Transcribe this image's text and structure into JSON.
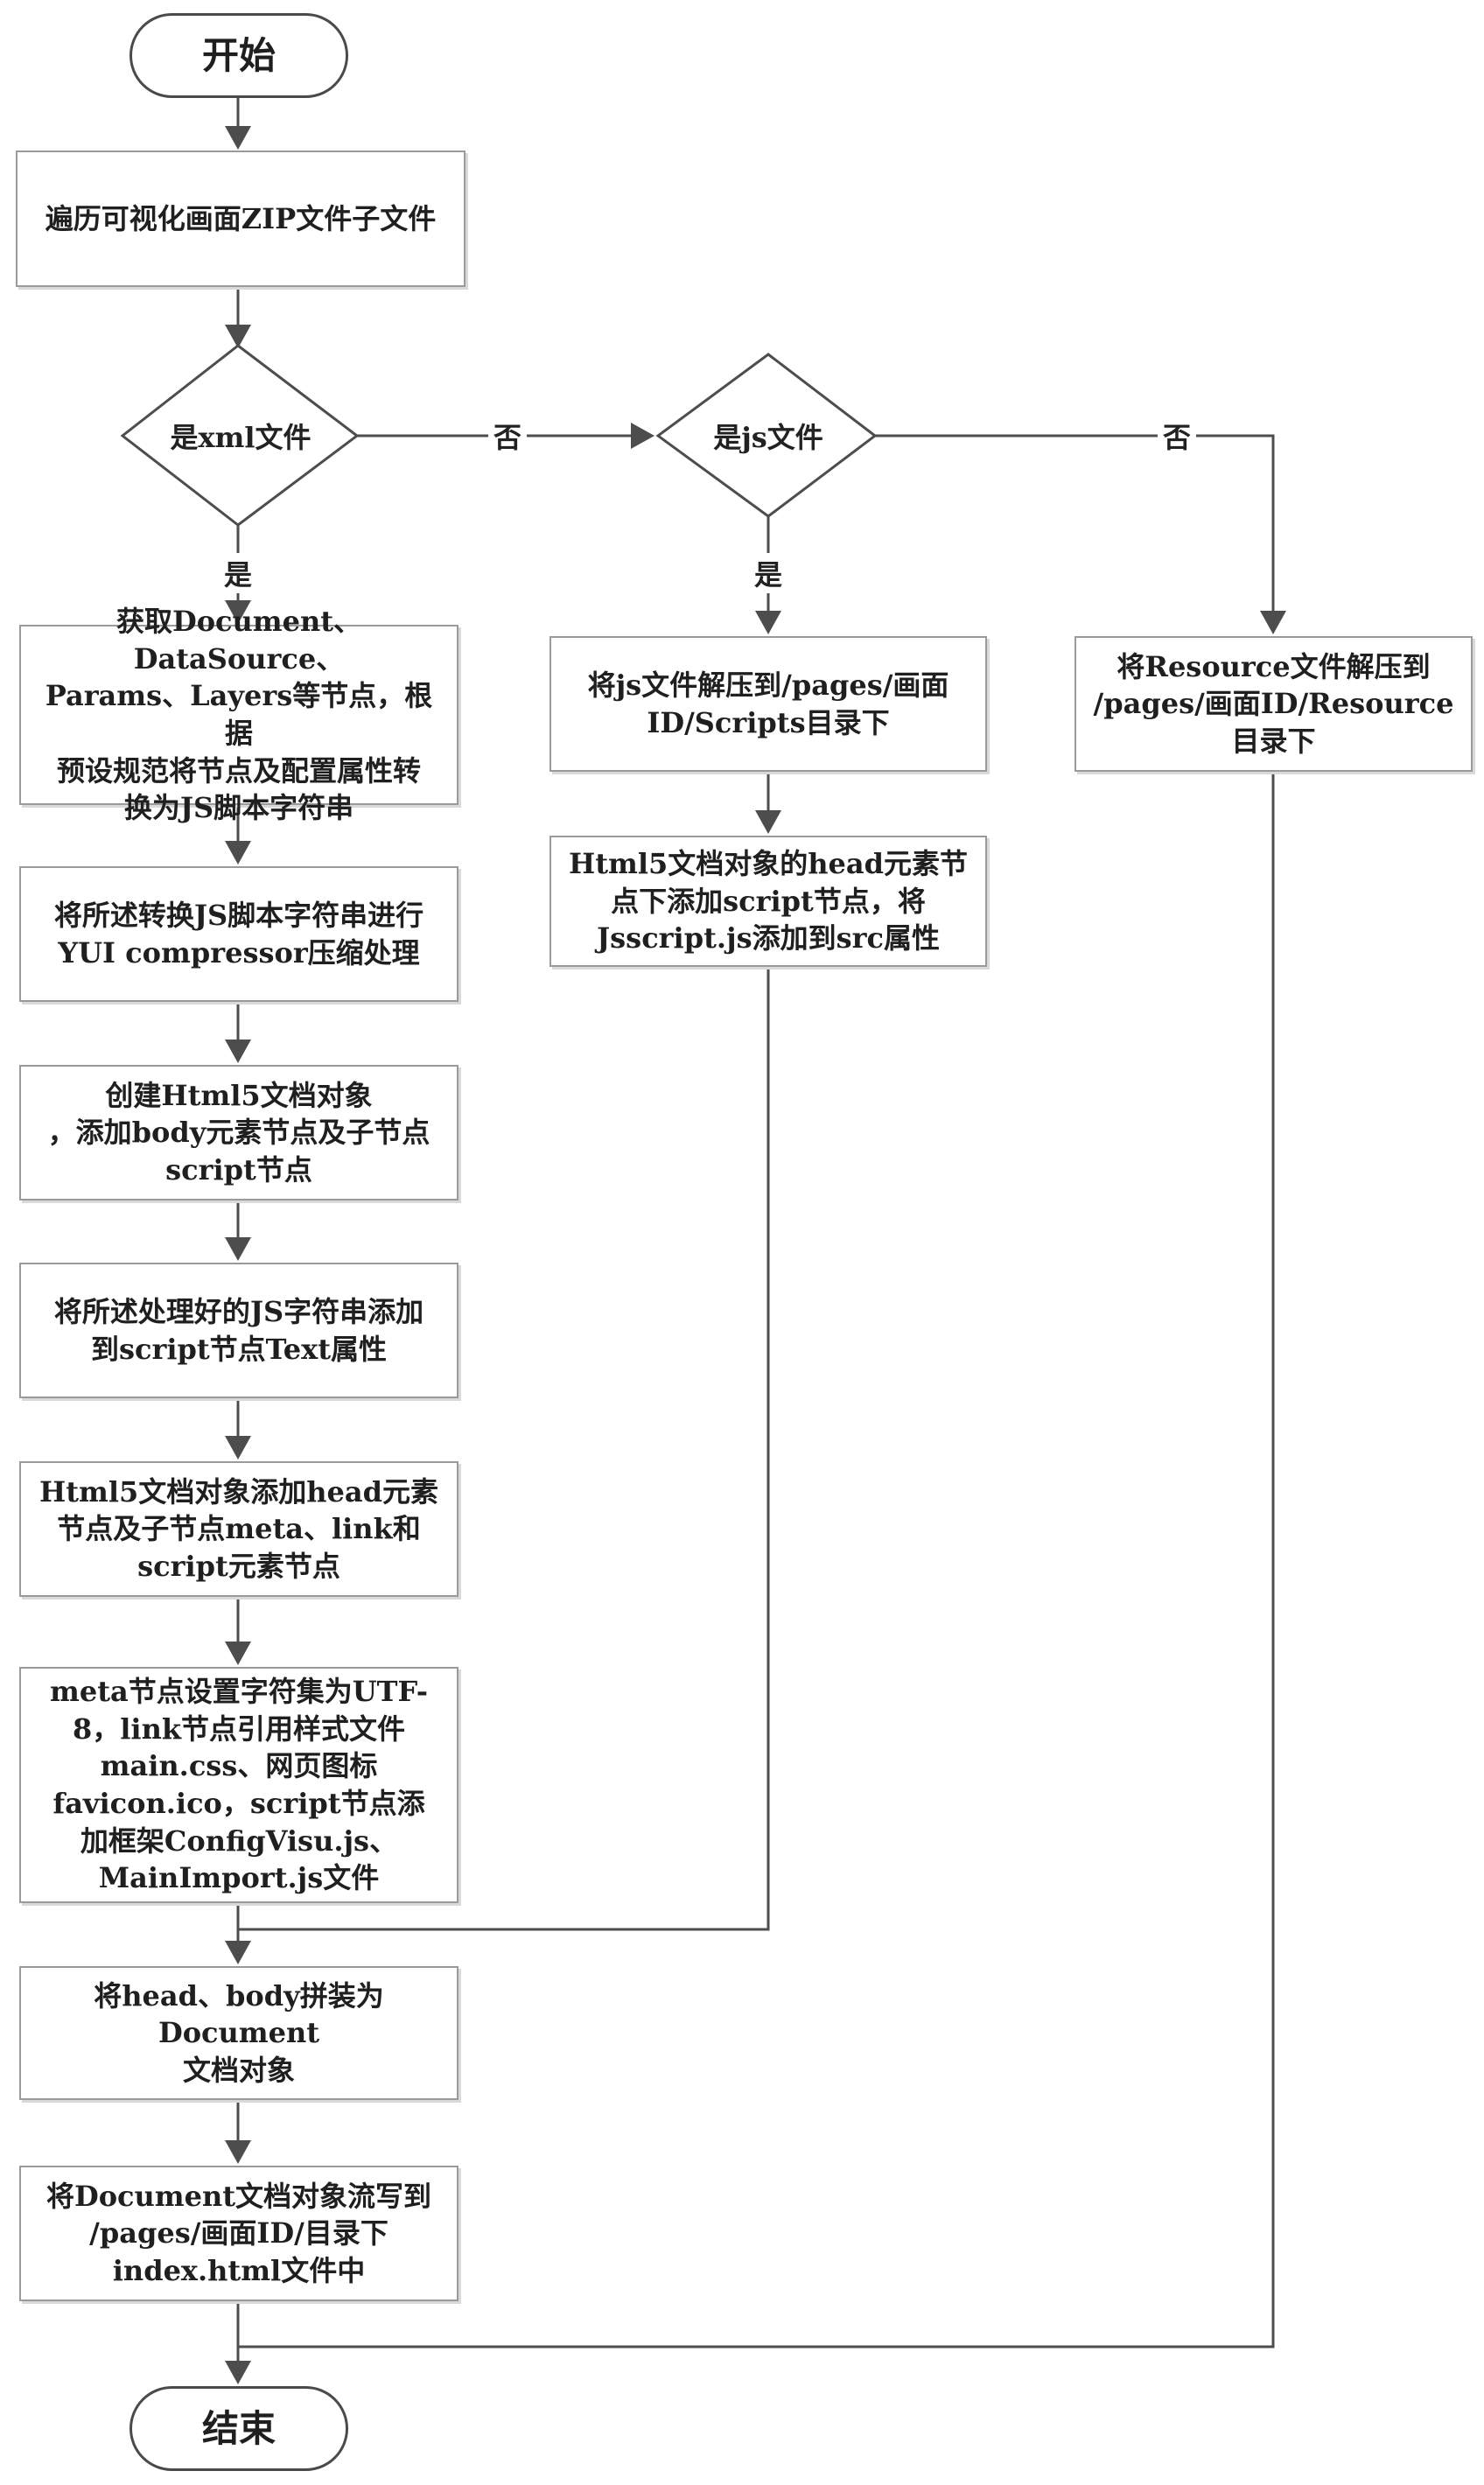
{
  "flowchart": {
    "start": "开始",
    "end": "结束",
    "steps": {
      "traverse": "遍历可视化画面ZIP文件子文件",
      "is_xml": "是xml文件",
      "is_js": "是js文件",
      "get_nodes": "获取Document、DataSource、\nParams、Layers等节点，根据\n预设规范将节点及配置属性转\n换为JS脚本字符串",
      "compress": "将所述转换JS脚本字符串进行\nYUI compressor压缩处理",
      "create_html5": "创建Html5文档对象\n，添加body元素节点及子节点\nscript节点",
      "add_text": "将所述处理好的JS字符串添加\n到script节点Text属性",
      "add_head": "Html5文档对象添加head元素\n节点及子节点meta、link和\nscript元素节点",
      "set_meta": "meta节点设置字符集为UTF-\n8，link节点引用样式文件\nmain.css、网页图标\nfavicon.ico，script节点添\n加框架ConfigVisu.js、\nMainImport.js文件",
      "assemble": "将head、body拼装为Document\n文档对象",
      "write_doc": "将Document文档对象流写到\n/pages/画面ID/目录下\nindex.html文件中",
      "extract_js": "将js文件解压到/pages/画面\nID/Scripts目录下",
      "add_script_src": "Html5文档对象的head元素节\n点下添加script节点，将\nJsscript.js添加到src属性",
      "extract_resource": "将Resource文件解压到\n/pages/画面ID/Resource\n目录下"
    },
    "edge_labels": {
      "xml_yes": "是",
      "xml_no": "否",
      "js_yes": "是",
      "js_no": "否"
    }
  }
}
